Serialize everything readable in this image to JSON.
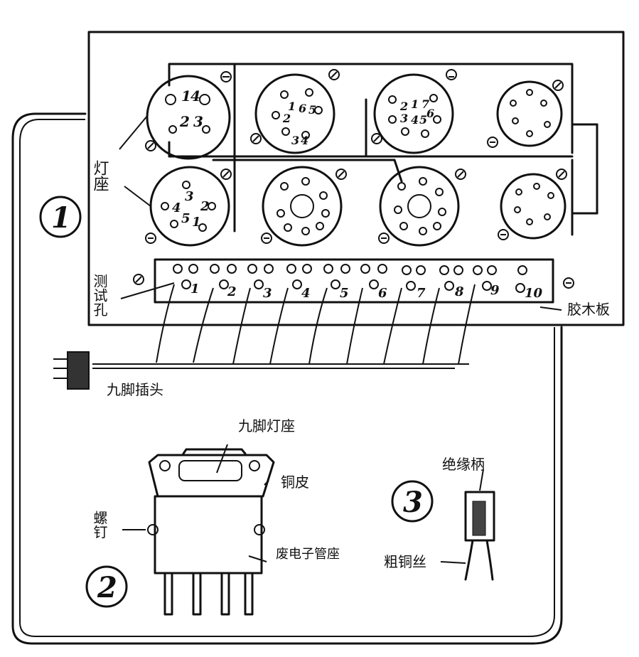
{
  "panel1": {
    "marker": "1",
    "socket_label": "灯座",
    "test_hole_label": "测试孔",
    "board_label": "胶木板",
    "plug_label": "九脚插头",
    "hole_numbers": [
      "1",
      "2",
      "3",
      "4",
      "5",
      "6",
      "7",
      "8",
      "9",
      "10"
    ],
    "socket_pins": {
      "top1": [
        "1",
        "4",
        "2",
        "3"
      ],
      "top2": [
        "1",
        "6",
        "5",
        "2",
        "3",
        "4"
      ],
      "top3": [
        "2",
        "1",
        "7",
        "3",
        "4",
        "5",
        "6"
      ],
      "bot1": [
        "3",
        "4",
        "2",
        "5",
        "1"
      ]
    }
  },
  "panel2": {
    "marker": "2",
    "socket_label": "九脚灯座",
    "copper_label": "铜皮",
    "screw_label": "螺钉",
    "tube_base_label": "废电子管座"
  },
  "panel3": {
    "marker": "3",
    "insulator_label": "绝缘柄",
    "wire_label": "粗铜丝"
  }
}
